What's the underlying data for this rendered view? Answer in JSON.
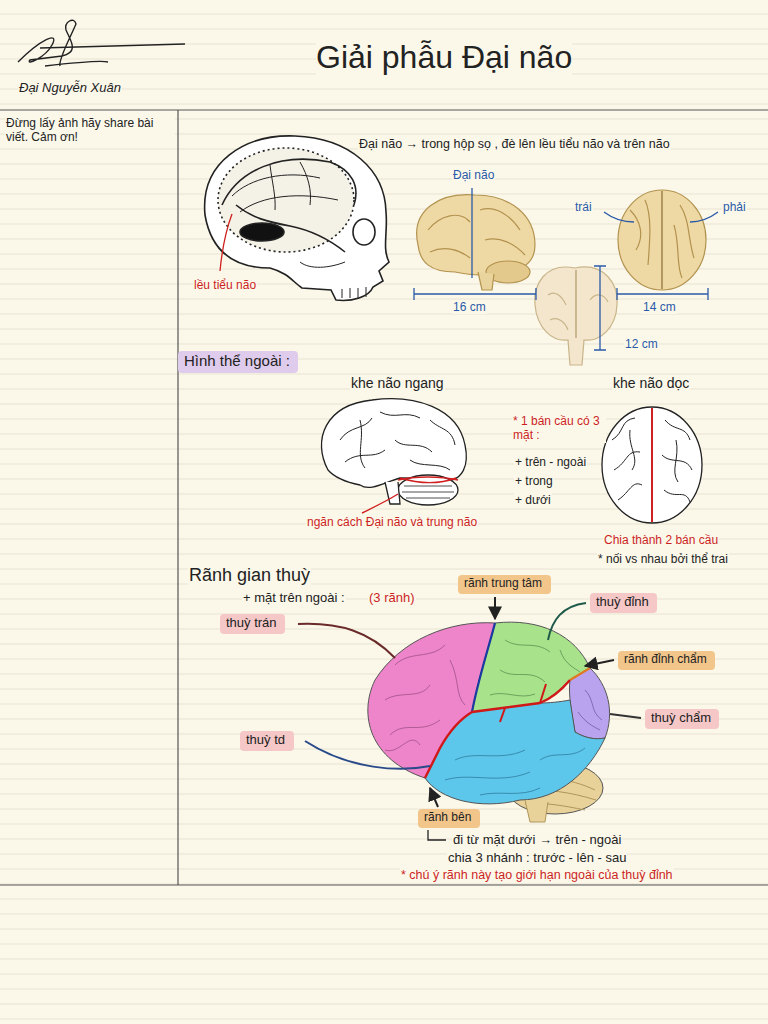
{
  "diagram": {
    "title": "Giải phẫu Đại não",
    "nodes": [
      {
        "text": [
          "Hình thể ngoài :"
        ]
      },
      {
        "text": [
          "rãnh trung tâm"
        ]
      },
      {
        "text": [
          "thuỳ đỉnh"
        ]
      },
      {
        "text": [
          "thuỳ trán"
        ]
      },
      {
        "text": [
          "rãnh đỉnh chẩm"
        ]
      },
      {
        "text": [
          "thuỳ chẩm"
        ]
      },
      {
        "text": [
          "thuỳ td"
        ]
      },
      {
        "text": [
          "rãnh bên"
        ]
      }
    ],
    "labels": [
      "Đại Nguyễn Xuân",
      "Đừng lấy ảnh hãy share bài viết. Cảm ơn!",
      "Đại não → trong hộp sọ , đè lên lều tiểu não và trên não",
      "lều tiểu não",
      "Đại não",
      "trái",
      "phải",
      "16 cm",
      "14 cm",
      "12 cm",
      "khe não ngang",
      "khe não dọc",
      "* 1 bán cầu có 3 mặt :",
      "+ trên - ngoài",
      "+ trong",
      "+ dưới",
      "ngăn cách Đại não và trung não",
      "Chia thành 2 bán cầu",
      "* nối vs nhau bởi thể trai",
      "Rãnh gian thuỳ",
      "+ mặt trên ngoài :",
      "(3 rãnh)",
      "đi từ mặt dưới → trên - ngoài",
      "chia 3 nhánh : trước - lên - sau",
      "* chú ý rãnh này tạo giới hạn ngoài của thuỳ đỉnh"
    ]
  }
}
